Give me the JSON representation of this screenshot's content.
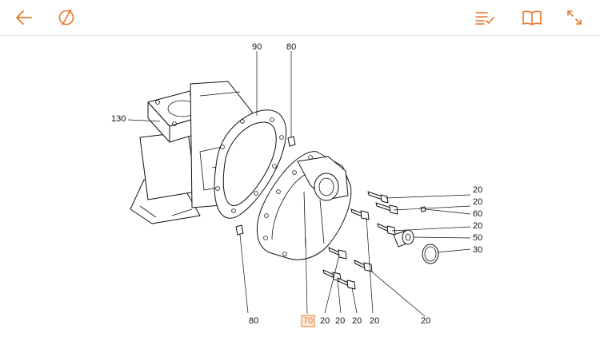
{
  "theme": {
    "accent": "#E8772E",
    "line": "#111111",
    "highlight_fill": "#FDE9D9"
  },
  "toolbar": {
    "back_icon": "arrow-left-icon",
    "nav_icon": "compass-icon",
    "list_icon": "checklist-icon",
    "book_icon": "book-open-icon",
    "expand_icon": "expand-arrows-icon"
  },
  "diagram": {
    "selected_callout": "70",
    "callouts": {
      "c90": "90",
      "c80_top": "80",
      "c130": "130",
      "c80_bottom": "80",
      "c70": "70",
      "c20_b1": "20",
      "c20_b2": "20",
      "c20_b3": "20",
      "c20_b4": "20",
      "c20_b5": "20",
      "c20_r1": "20",
      "c20_r2": "20",
      "c60": "60",
      "c20_r3": "20",
      "c50": "50",
      "c30": "30"
    }
  }
}
